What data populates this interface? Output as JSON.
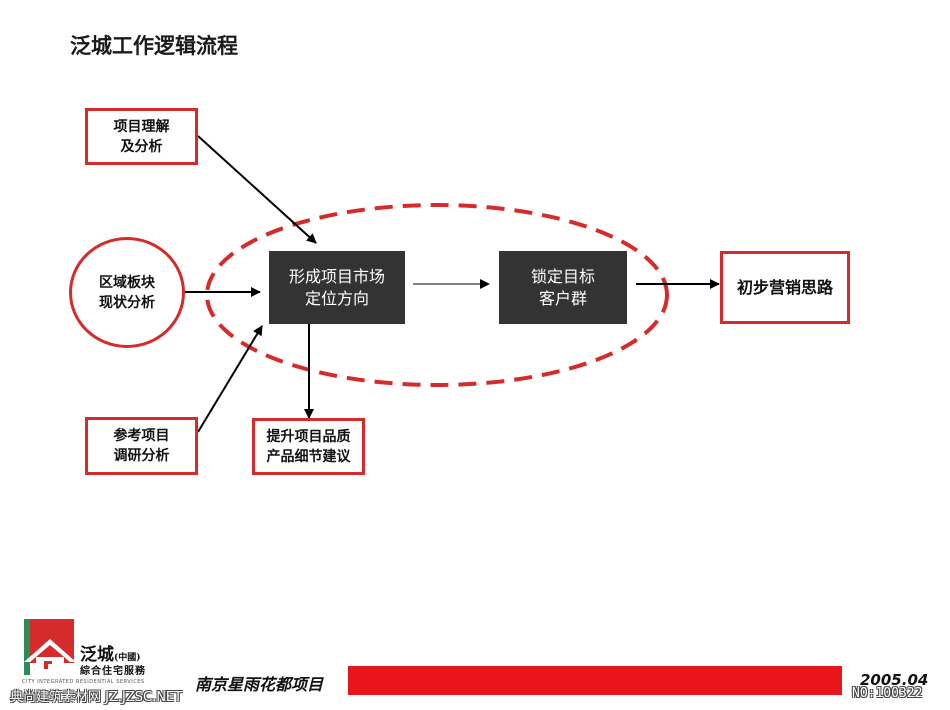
{
  "title": "泛城工作逻辑流程",
  "nodes": {
    "project_understanding": [
      "项目理解",
      "及分析"
    ],
    "regional_status": [
      "区域板块",
      "现状分析"
    ],
    "reference_research": [
      "参考项目",
      "调研分析"
    ],
    "market_positioning": [
      "形成项目市场",
      "定位方向"
    ],
    "target_customers": [
      "锁定目标",
      "客户群"
    ],
    "marketing_ideas": "初步营销思路",
    "quality_suggestions": [
      "提升项目品质",
      "产品细节建议"
    ]
  },
  "colors": {
    "accent_red": "#d62b2b",
    "dark_box": "#333333",
    "footer_bar": "#e8151a"
  },
  "footer": {
    "logo_main": "泛城",
    "logo_china": "(中國)",
    "logo_sub": "綜合住宅服務",
    "logo_en": "CITY INTEGRATED RESIDENTIAL SERVICES",
    "project_name": "南京星雨花都项目",
    "date": "2005.04",
    "watermark_left": "典尚建筑素材网 JZ.JZSC.NET",
    "watermark_right": "NO:100322"
  }
}
